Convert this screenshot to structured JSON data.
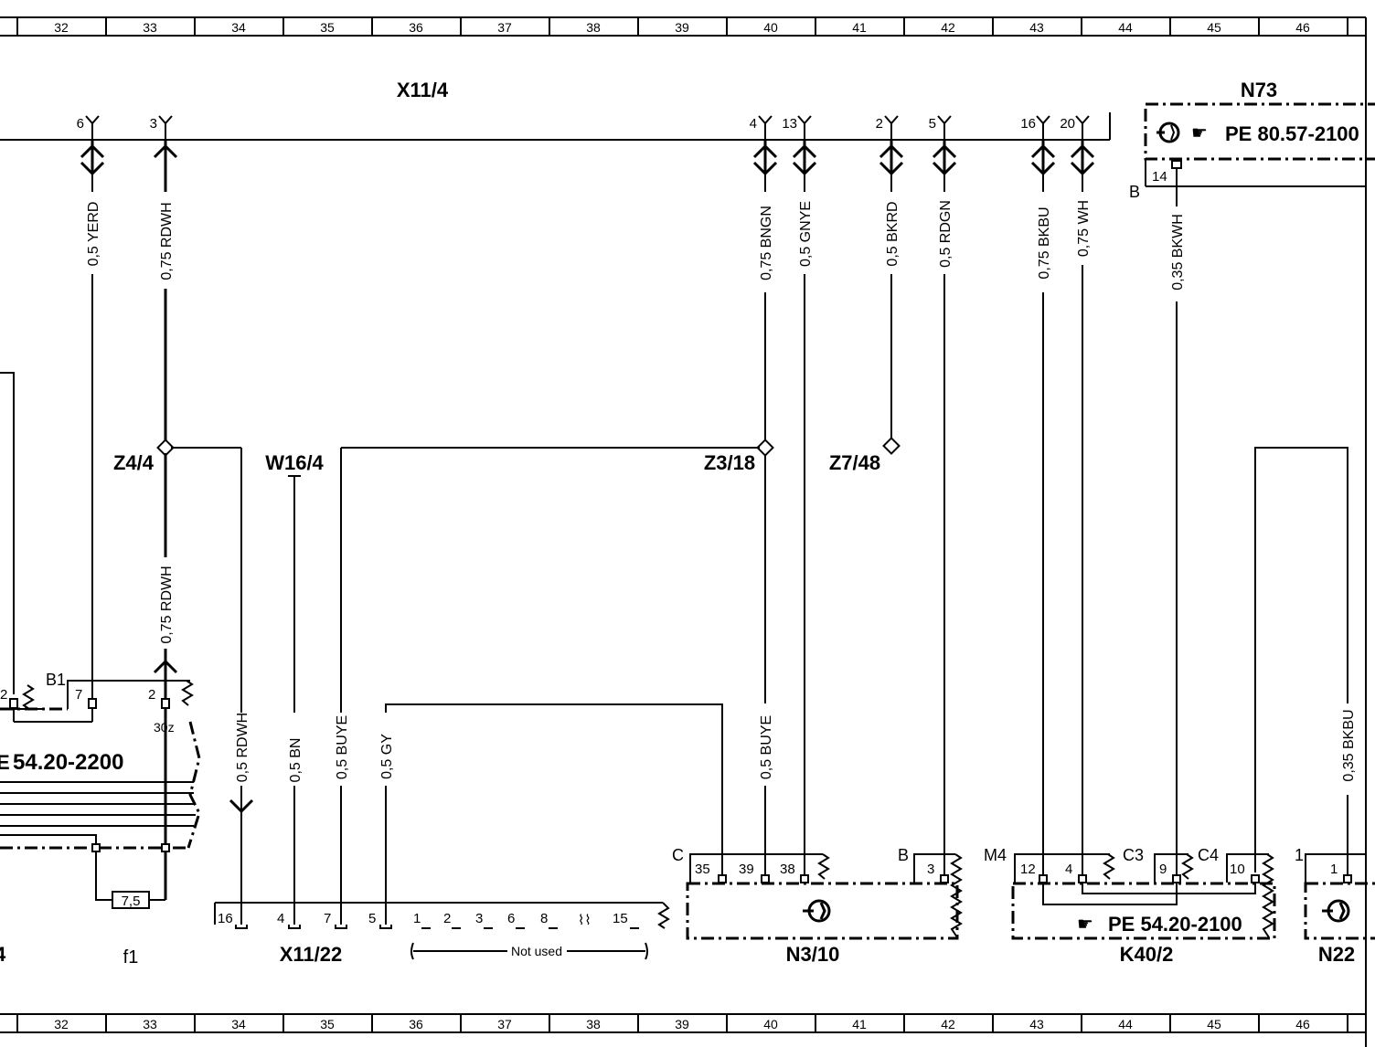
{
  "grid": {
    "columns": [
      "32",
      "33",
      "34",
      "35",
      "36",
      "37",
      "38",
      "39",
      "40",
      "41",
      "42",
      "43",
      "44",
      "45",
      "46"
    ]
  },
  "components": {
    "x11_4": "X11/4",
    "n73": "N73",
    "n73_ref": "PE 80.57-2100",
    "n73_pin_b": "B",
    "n73_pin_14": "14",
    "z4_4": "Z4/4",
    "w16_4": "W16/4",
    "z3_18": "Z3/18",
    "z7_48": "Z7/48",
    "left_ref": "54.20-2200",
    "left_partial_code": "4",
    "left_partial_ref_prefix": "E",
    "b1": "B1",
    "pin_2_left": "2",
    "pin_7": "7",
    "pin_2_mid": "2",
    "pin_30z": "30z",
    "fuse_value": "7,5",
    "fuse_name": "f1",
    "x11_22": "X11/22",
    "not_used": "Not used",
    "n3_10": "N3/10",
    "n3_10_pin_c": "C",
    "n3_10_pin_b": "B",
    "k40_2": "K40/2",
    "k40_2_ref": "PE 54.20-2100",
    "k40_2_pin_m4": "M4",
    "k40_2_pin_c3": "C3",
    "k40_2_pin_c4": "C4",
    "n22": "N22",
    "n22_pin_1": "1",
    "n22_pin_1b": "1"
  },
  "x11_4_pins": [
    "6",
    "3",
    "4",
    "13",
    "2",
    "5",
    "16",
    "20"
  ],
  "wires": {
    "w_6": "0,5 YERD",
    "w_3": "0,75 RDWH",
    "w_4": "0,75 BNGN",
    "w_13": "0,5 GNYE",
    "w_2": "0,5 BKRD",
    "w_5": "0,5 RDGN",
    "w_16": "0,75 BKBU",
    "w_20": "0,75 WH",
    "w_n73": "0,35 BKWH",
    "w_z4_down": "0,75 RDWH",
    "w_x22_16": "0,5 RDWH",
    "w_x22_4": "0,5 BN",
    "w_x22_7": "0,5 BUYE",
    "w_x22_5": "0,5 GY",
    "w_n3_39": "0,5 BUYE",
    "w_n22": "0,35 BKBU"
  },
  "x11_22_pins": [
    "16",
    "4",
    "7",
    "5",
    "1",
    "2",
    "3",
    "6",
    "8",
    "15"
  ],
  "n3_10_pins": [
    "35",
    "39",
    "38",
    "3"
  ],
  "k40_2_pins": [
    "12",
    "4",
    "9",
    "10"
  ]
}
